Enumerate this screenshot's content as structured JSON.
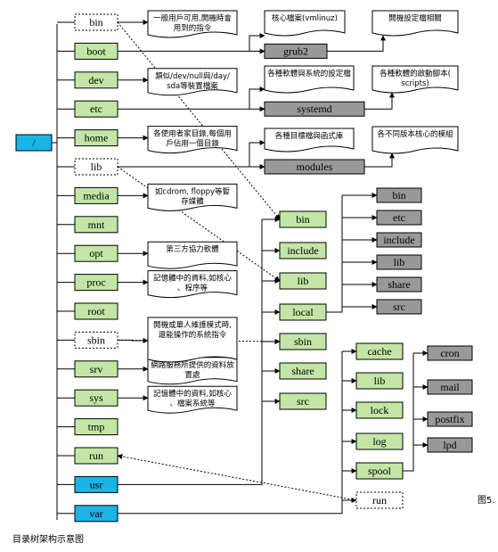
{
  "root_label": "/",
  "top_dirs": [
    "bin",
    "boot",
    "dev",
    "etc",
    "home",
    "lib",
    "media",
    "mnt",
    "opt",
    "proc",
    "root",
    "sbin",
    "srv",
    "sys",
    "tmp",
    "run",
    "usr",
    "var"
  ],
  "notes": {
    "bin": "一般用戶可用,開機時會用到的指令",
    "dev": "類似/dev/null與/day/sda等裝置檔案",
    "home": "各使用者家目錄,每個用戶佔用一個目錄",
    "media": "如cdrom, floppy等暫存媒體",
    "opt": "第三方協力軟體",
    "proc": "記憶體中的資料,如核心、程序等",
    "sbin": "開機或單人維護模式時,還能操作的系統指令",
    "srv": "網路服務所提供的資料放置處",
    "sys": "記憶體中的資料,如核心、檔案系統等",
    "kernel_files": "核心檔案(vmlinuz)",
    "boot_config": "開機設定檔相關",
    "service_config": "各種軟體與系統的設定檔",
    "startup_scripts": "各種軟體的啟動腳本(scripts)",
    "libraries": "各種目標檔與函式庫",
    "kernel_modules": "各不同版本核心的模組"
  },
  "gray_nodes": {
    "grub2": "grub2",
    "systemd": "systemd",
    "modules": "modules"
  },
  "usr_children": [
    "bin",
    "include",
    "lib",
    "local",
    "sbin",
    "share",
    "src"
  ],
  "local_children": [
    "bin",
    "etc",
    "include",
    "lib",
    "share",
    "src"
  ],
  "var_children": [
    "cache",
    "lib",
    "lock",
    "log",
    "spool",
    "run"
  ],
  "spool_children": [
    "cron",
    "mail",
    "postfix",
    "lpd"
  ],
  "figure_label": "图5.",
  "caption": "目录树架构示意图",
  "colors": {
    "green_fill": "#c3e6a6",
    "cyan_fill": "#1ab5e6",
    "gray_fill": "#999999",
    "white_fill": "#ffffff"
  }
}
